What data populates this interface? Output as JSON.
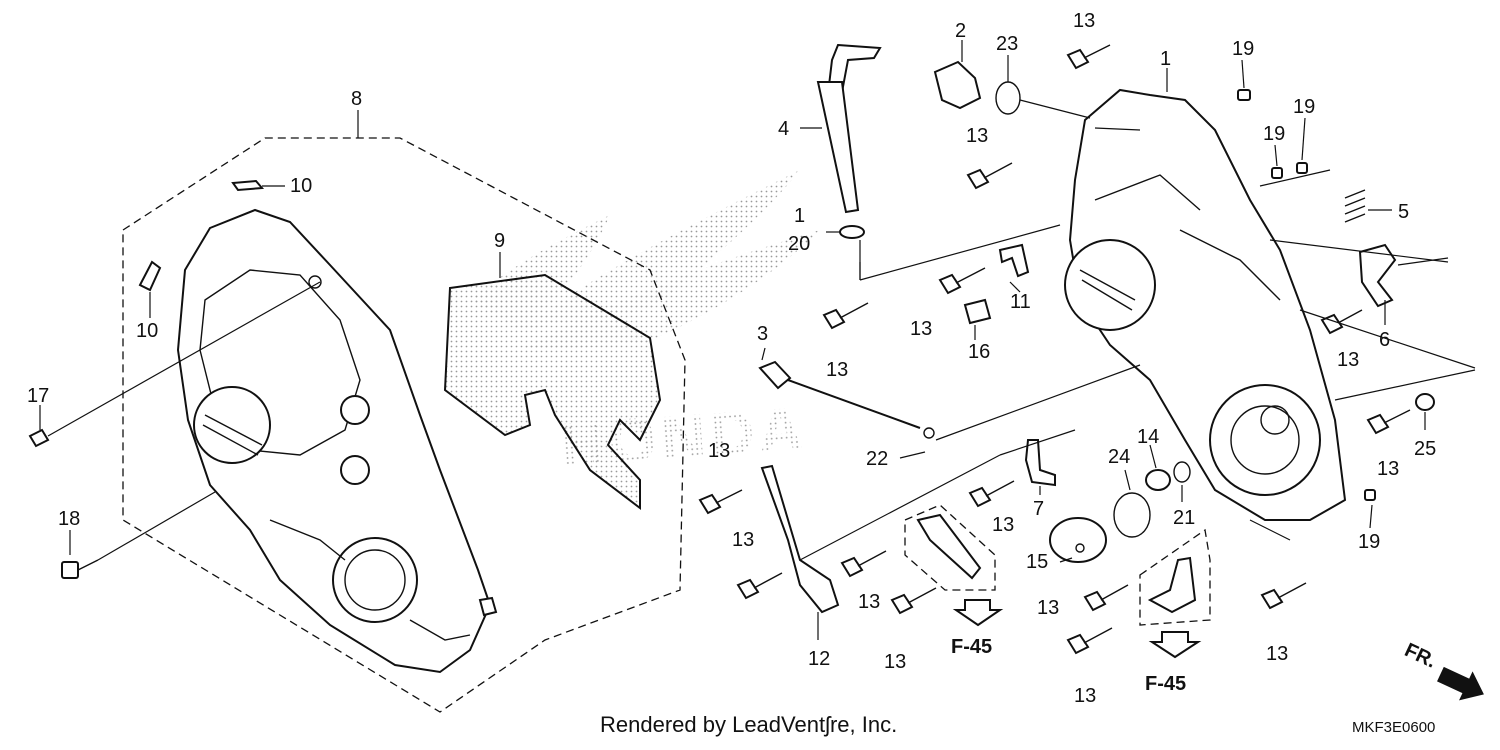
{
  "diagram": {
    "footer": "Rendered by LeadVentʃre, Inc.",
    "code": "MKF3E0600",
    "direction": "FR.",
    "refs": [
      "F-45",
      "F-45"
    ],
    "callouts": {
      "c1a": "1",
      "c1b": "1",
      "c2": "2",
      "c3": "3",
      "c4": "4",
      "c5": "5",
      "c6": "6",
      "c7": "7",
      "c8": "8",
      "c9": "9",
      "c10a": "10",
      "c10b": "10",
      "c11": "11",
      "c12": "12",
      "c13a": "13",
      "c13b": "13",
      "c13c": "13",
      "c13d": "13",
      "c13e": "13",
      "c13f": "13",
      "c13g": "13",
      "c13h": "13",
      "c13i": "13",
      "c13j": "13",
      "c13k": "13",
      "c13l": "13",
      "c13m": "13",
      "c13n": "13",
      "c14": "14",
      "c15": "15",
      "c16": "16",
      "c17": "17",
      "c18": "18",
      "c19a": "19",
      "c19b": "19",
      "c19c": "19",
      "c19d": "19",
      "c20": "20",
      "c21": "21",
      "c22": "22",
      "c23": "23",
      "c24": "24",
      "c25": "25"
    },
    "logo_text": "HONDA"
  }
}
